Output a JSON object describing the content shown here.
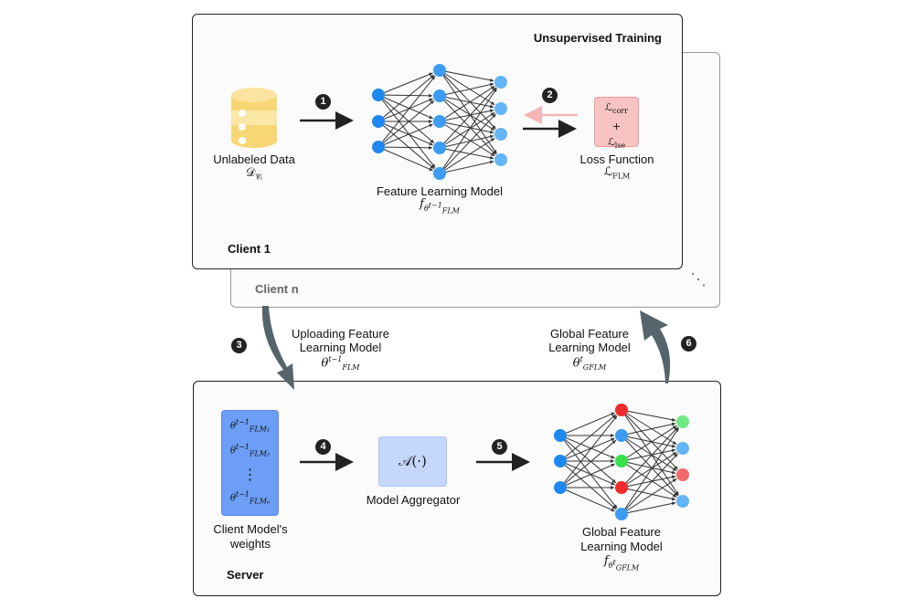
{
  "diagram": {
    "client_n": {
      "label": "Client n",
      "ellipsis": "⋱"
    },
    "client_1": {
      "label": "Client 1",
      "section_title": "Unsupervised Training",
      "data_store": {
        "label": "Unlabeled Data",
        "math": "𝒟",
        "math_sub": "𝒞ᵢ",
        "icon": "database-icon",
        "color": "#f5d16c"
      },
      "feature_model": {
        "label": "Feature Learning Model",
        "math": "f",
        "math_sub": "θ",
        "math_sub_sup": "t−1",
        "math_sub_sub": "FLM",
        "layers": [
          3,
          5,
          4
        ],
        "node_colors": [
          "#1e88f0",
          "#3b9cf2",
          "#64b5f6"
        ]
      },
      "loss": {
        "label": "Loss Function",
        "math": "ℒ",
        "math_sub": "FLM",
        "term1": "ℒ",
        "term1_sub": "corr",
        "plus": "+",
        "term2": "ℒ",
        "term2_sub": "lse",
        "color": "#f8c3c3",
        "border": "#f29a9a"
      }
    },
    "steps": [
      "1",
      "2",
      "3",
      "4",
      "5",
      "6"
    ],
    "upload": {
      "line1": "Uploading Feature",
      "line2": "Learning Model",
      "math": "θ",
      "sup": "t−1",
      "sub": "FLM"
    },
    "global_down": {
      "line1": "Global Feature",
      "line2": "Learning Model",
      "math": "θ",
      "sup": "t",
      "sub": "GFLM"
    },
    "server": {
      "label": "Server",
      "weights": {
        "label_line1": "Client Model's",
        "label_line2": "weights",
        "color": "#6d9ef5",
        "items": [
          {
            "math": "θ",
            "sup": "t−1",
            "sub": "FLM₁"
          },
          {
            "math": "θ",
            "sup": "t−1",
            "sub": "FLM₂"
          },
          {
            "math": "θ",
            "sup": "t−1",
            "sub": "FLMₙ"
          }
        ],
        "dots": "⋮"
      },
      "aggregator": {
        "label": "Model Aggregator",
        "math": "𝒜(·)",
        "color": "#c5d8fb"
      },
      "global_model": {
        "label_line1": "Global Feature",
        "label_line2": "Learning Model",
        "math": "f",
        "math_sub": "θ",
        "math_sub_sup": "t",
        "math_sub_sub": "GFLM",
        "layers": [
          3,
          5,
          4
        ],
        "node_colors": [
          [
            "#1e88f0",
            "#1e88f0",
            "#1e88f0"
          ],
          [
            "#ef2b2b",
            "#3b9cf2",
            "#36e04a",
            "#ef2b2b",
            "#3b9cf2"
          ],
          [
            "#6fe880",
            "#64b5f6",
            "#f26b6b",
            "#64b5f6"
          ]
        ]
      }
    },
    "colors": {
      "arrow": "#222222",
      "feedback_arrow": "#f5b5b5",
      "curved_arrow": "#56646c"
    }
  }
}
